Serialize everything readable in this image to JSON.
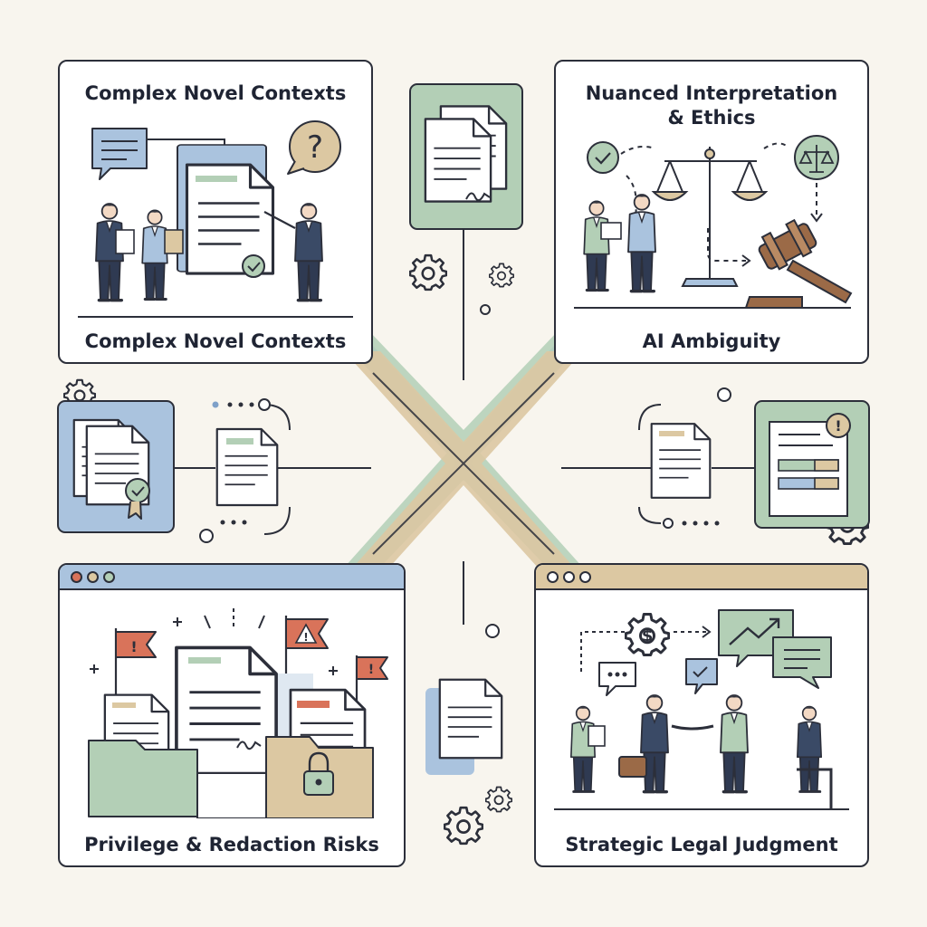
{
  "panels": {
    "top_left": {
      "title": "Complex Novel Contexts",
      "caption": "Complex Novel Contexts"
    },
    "top_right": {
      "title_line1": "Nuanced Interpretation",
      "title_line2": "& Ethics",
      "caption": "AI Ambiguity"
    },
    "bottom_left": {
      "caption": "Privilege & Redaction Risks"
    },
    "bottom_right": {
      "caption": "Strategic Legal Judgment"
    }
  },
  "palette": {
    "blue": "#aac3de",
    "green": "#b3cfb6",
    "tan": "#dcc8a2",
    "ink": "#2c2f3a",
    "flag": "#d9735a",
    "navy": "#3a4a66"
  },
  "glyphs": {
    "question": "?",
    "check": "✓",
    "exclamation": "!",
    "dollar": "$"
  }
}
